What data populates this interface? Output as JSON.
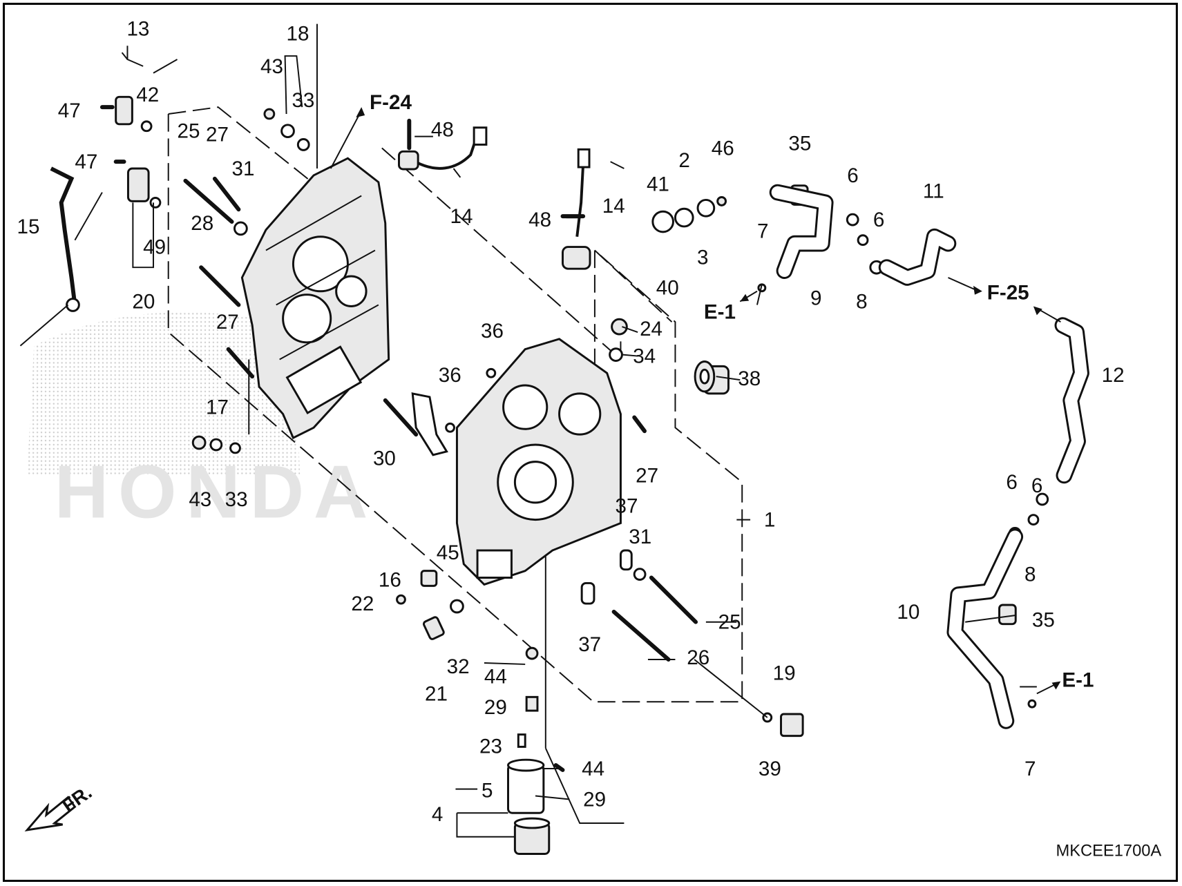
{
  "diagram": {
    "code": "MKCEE1700A",
    "watermark": "HONDA",
    "front_marker": "FR.",
    "refs": {
      "f24": "F-24",
      "f25": "F-25",
      "e1_left": "E-1",
      "e1_right": "E-1"
    },
    "callouts": [
      "1",
      "2",
      "3",
      "4",
      "5",
      "6",
      "6",
      "6",
      "6",
      "7",
      "7",
      "8",
      "8",
      "9",
      "10",
      "11",
      "12",
      "13",
      "14",
      "14",
      "15",
      "16",
      "17",
      "18",
      "19",
      "20",
      "21",
      "22",
      "23",
      "24",
      "25",
      "25",
      "26",
      "27",
      "27",
      "27",
      "28",
      "29",
      "29",
      "30",
      "31",
      "31",
      "32",
      "33",
      "33",
      "34",
      "35",
      "35",
      "36",
      "36",
      "37",
      "37",
      "38",
      "39",
      "40",
      "41",
      "42",
      "43",
      "43",
      "44",
      "44",
      "45",
      "46",
      "47",
      "47",
      "48",
      "48",
      "49"
    ]
  }
}
